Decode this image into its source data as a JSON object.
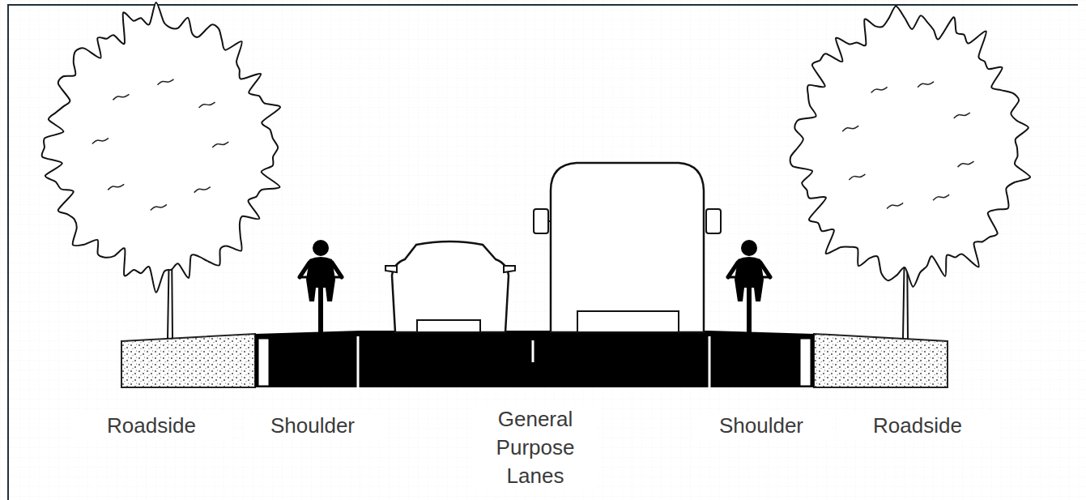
{
  "diagram": {
    "labels": [
      "Roadside",
      "Shoulder",
      "General Purpose Lanes",
      "Shoulder",
      "Roadside"
    ]
  }
}
